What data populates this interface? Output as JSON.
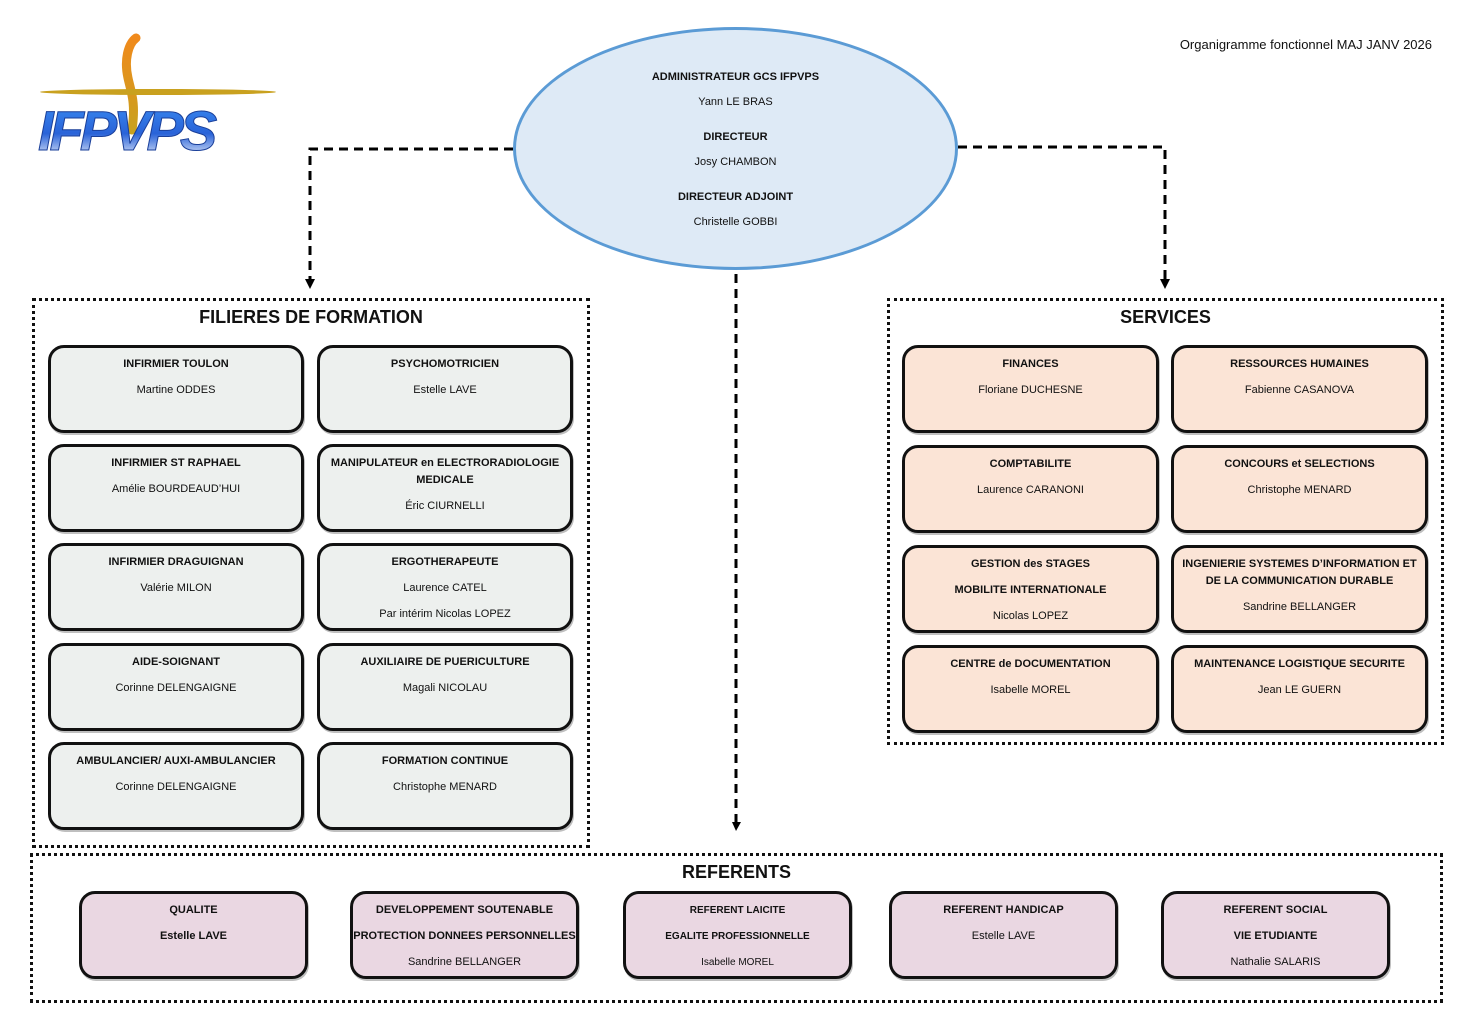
{
  "caption": "Organigramme fonctionnel MAJ JANV 2026",
  "logo": {
    "text": "IFPVPS",
    "icon": "ifpvps-logo-icon"
  },
  "direction": [
    {
      "role": "ADMINISTRATEUR GCS IFPVPS",
      "name": "Yann LE BRAS"
    },
    {
      "role": "DIRECTEUR",
      "name": "Josy CHAMBON"
    },
    {
      "role": "DIRECTEUR ADJOINT",
      "name": "Christelle GOBBI"
    }
  ],
  "filieres": {
    "title": "FILIERES DE FORMATION",
    "color": "#edf0ee",
    "items": [
      {
        "titles": [
          "INFIRMIER TOULON"
        ],
        "people": [
          "Martine ODDES"
        ]
      },
      {
        "titles": [
          "PSYCHOMOTRICIEN"
        ],
        "people": [
          "Estelle LAVE"
        ]
      },
      {
        "titles": [
          "INFIRMIER ST RAPHAEL"
        ],
        "people": [
          "Amélie BOURDEAUD’HUI"
        ]
      },
      {
        "titles": [
          "MANIPULATEUR en ELECTRORADIOLOGIE MEDICALE"
        ],
        "people": [
          "Éric CIURNELLI"
        ]
      },
      {
        "titles": [
          "INFIRMIER DRAGUIGNAN"
        ],
        "people": [
          "Valérie MILON"
        ]
      },
      {
        "titles": [
          "ERGOTHERAPEUTE"
        ],
        "people": [
          "Laurence CATEL",
          "Par intérim Nicolas LOPEZ"
        ]
      },
      {
        "titles": [
          "AIDE-SOIGNANT"
        ],
        "people": [
          "Corinne DELENGAIGNE"
        ]
      },
      {
        "titles": [
          "AUXILIAIRE DE PUERICULTURE"
        ],
        "people": [
          "Magali NICOLAU"
        ]
      },
      {
        "titles": [
          "AMBULANCIER/ AUXI-AMBULANCIER"
        ],
        "people": [
          "Corinne DELENGAIGNE"
        ]
      },
      {
        "titles": [
          "FORMATION CONTINUE"
        ],
        "people": [
          "Christophe MENARD"
        ]
      }
    ]
  },
  "services": {
    "title": "SERVICES",
    "color": "#fbe4d6",
    "items": [
      {
        "titles": [
          "FINANCES"
        ],
        "people": [
          "Floriane DUCHESNE"
        ]
      },
      {
        "titles": [
          "RESSOURCES HUMAINES"
        ],
        "people": [
          "Fabienne  CASANOVA"
        ]
      },
      {
        "titles": [
          "COMPTABILITE"
        ],
        "people": [
          "Laurence CARANONI"
        ]
      },
      {
        "titles": [
          "CONCOURS et SELECTIONS"
        ],
        "people": [
          "Christophe MENARD"
        ]
      },
      {
        "titles": [
          "GESTION des STAGES",
          "MOBILITE INTERNATIONALE"
        ],
        "people": [
          "Nicolas LOPEZ"
        ]
      },
      {
        "titles": [
          "INGENIERIE SYSTEMES D’INFORMATION ET DE LA COMMUNICATION DURABLE"
        ],
        "people": [
          "Sandrine BELLANGER"
        ]
      },
      {
        "titles": [
          "CENTRE de DOCUMENTATION"
        ],
        "people": [
          "Isabelle MOREL"
        ]
      },
      {
        "titles": [
          "MAINTENANCE LOGISTIQUE SECURITE"
        ],
        "people": [
          "Jean LE GUERN"
        ]
      }
    ]
  },
  "referents": {
    "title": "REFERENTS",
    "color": "#ead7e2",
    "items": [
      {
        "titles": [
          "QUALITE"
        ],
        "people": [
          "Estelle LAVE"
        ],
        "bold_people": true
      },
      {
        "titles": [
          "DEVELOPPEMENT SOUTENABLE",
          "PROTECTION DONNEES PERSONNELLES"
        ],
        "people": [
          "Sandrine BELLANGER"
        ]
      },
      {
        "titles": [
          "REFERENT LAICITE",
          "EGALITE  PROFESSIONNELLE"
        ],
        "people": [
          "Isabelle MOREL"
        ]
      },
      {
        "titles": [
          "REFERENT HANDICAP"
        ],
        "people": [
          "Estelle LAVE"
        ]
      },
      {
        "titles": [
          "REFERENT SOCIAL",
          "VIE ETUDIANTE"
        ],
        "people": [
          "Nathalie SALARIS"
        ]
      }
    ]
  },
  "colors": {
    "ellipse_fill": "#deeaf6",
    "ellipse_border": "#5b9bd5"
  }
}
